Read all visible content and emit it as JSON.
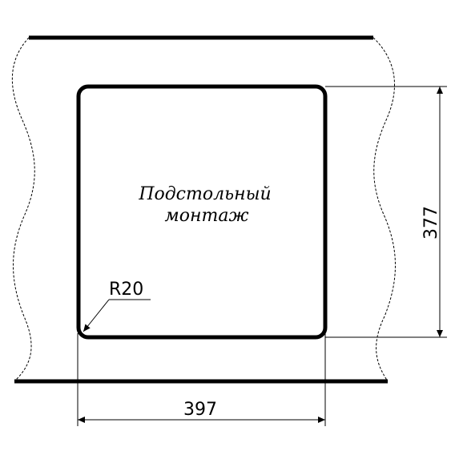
{
  "drawing": {
    "mount_line1": "Подстольный",
    "mount_line2": "монтаж",
    "radius_label": "R20",
    "width_label": "397",
    "height_label": "377"
  }
}
